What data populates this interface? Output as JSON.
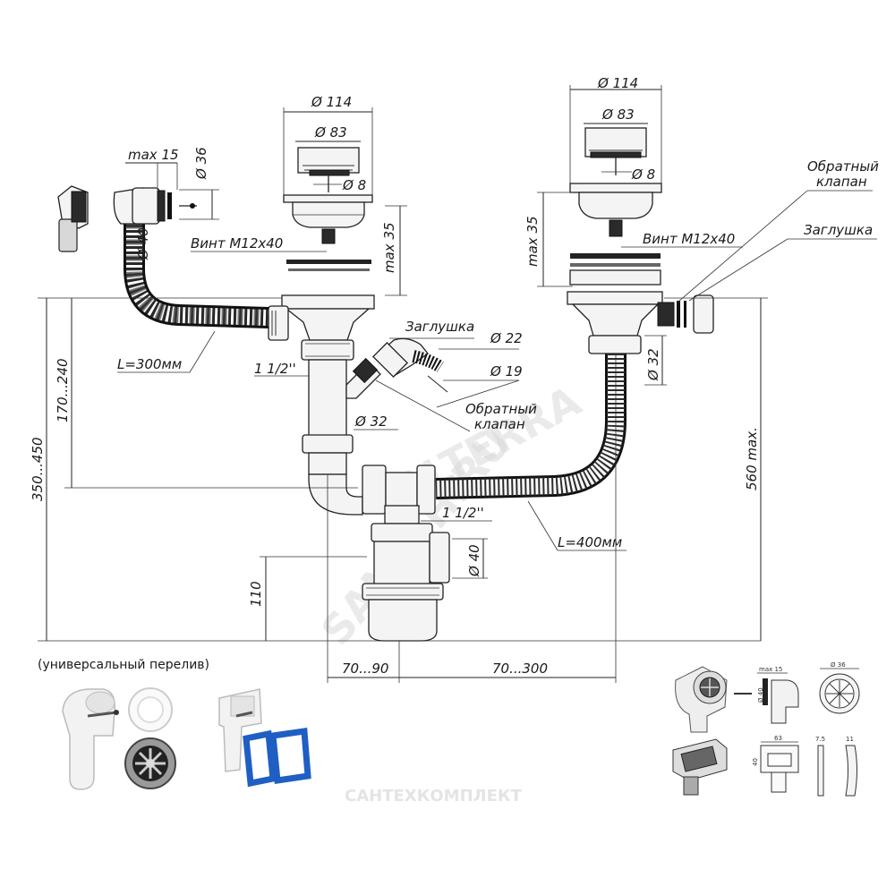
{
  "labels": {
    "d114_left": "Ø 114",
    "d83_left": "Ø 83",
    "d8_left": "Ø 8",
    "d114_right": "Ø 114",
    "d83_right": "Ø 83",
    "d8_right": "Ø 8",
    "max15": "max 15",
    "d36": "Ø 36",
    "d40_overflow": "Ø 40",
    "vint_left": "Винт М12х40",
    "vint_right": "Винт М12х40",
    "max35_left": "max 35",
    "max35_right": "max 35",
    "obratny_right_1": "Обратный",
    "obratny_right_2": "клапан",
    "zaglushka_right": "Заглушка",
    "zaglushka_center": "Заглушка",
    "d22": "Ø 22",
    "d19": "Ø 19",
    "obratny_center_1": "Обратный",
    "obratny_center_2": "клапан",
    "l300": "L=300мм",
    "l400": "L=400мм",
    "inch_top": "1 1/2''",
    "inch_bottom": "1 1/2''",
    "d32_center": "Ø 32",
    "d32_right": "Ø 32",
    "d40_trap": "Ø 40",
    "dim_350_450": "350...450",
    "dim_170_240": "170...240",
    "dim_560": "560 max.",
    "dim_110": "110",
    "dim_70_90": "70...90",
    "dim_70_300": "70...300",
    "universal_overflow": "(универсальный перелив)",
    "inset_max15": "max 15",
    "inset_d40": "Ø 40",
    "inset_d36": "Ø 36",
    "inset_63": "63",
    "inset_40": "40",
    "inset_75": "7.5",
    "inset_11": "11"
  },
  "watermarks": {
    "brand": "VALTERRA",
    "site": "SANTEH.RU",
    "company": "САНТЕХКОМПЛЕКТ"
  },
  "colors": {
    "line": "#1a1a1a",
    "hose": "#111111",
    "gasket_blue": "#1f5fc4",
    "watermark": "#d9d9d9"
  }
}
